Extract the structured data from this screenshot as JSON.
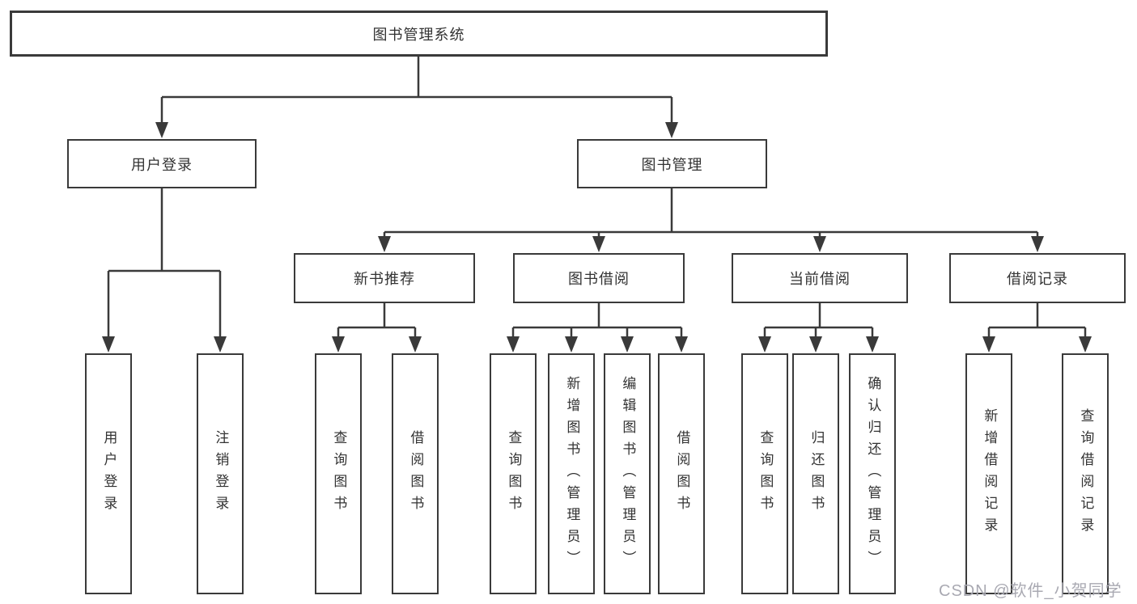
{
  "tree": {
    "label": "图书管理系统",
    "children": [
      {
        "label": "用户登录",
        "children": [
          {
            "label": "用户登录"
          },
          {
            "label": "注销登录"
          }
        ]
      },
      {
        "label": "图书管理",
        "children": [
          {
            "label": "新书推荐",
            "children": [
              {
                "label": "查询图书"
              },
              {
                "label": "借阅图书"
              }
            ]
          },
          {
            "label": "图书借阅",
            "children": [
              {
                "label": "查询图书"
              },
              {
                "label": "新增图书（管理员）"
              },
              {
                "label": "编辑图书（管理员）"
              },
              {
                "label": "借阅图书"
              }
            ]
          },
          {
            "label": "当前借阅",
            "children": [
              {
                "label": "查询图书"
              },
              {
                "label": "归还图书"
              },
              {
                "label": "确认归还（管理员）"
              }
            ]
          },
          {
            "label": "借阅记录",
            "children": [
              {
                "label": "新增借阅记录"
              },
              {
                "label": "查询借阅记录"
              }
            ]
          }
        ]
      }
    ]
  },
  "watermark": "CSDN @软件_小贺同学",
  "colors": {
    "line": "#3a3a3a",
    "box_border": "#3a3a3a",
    "text": "#333333",
    "watermark": "#a9a9b2",
    "background": "#ffffff"
  }
}
